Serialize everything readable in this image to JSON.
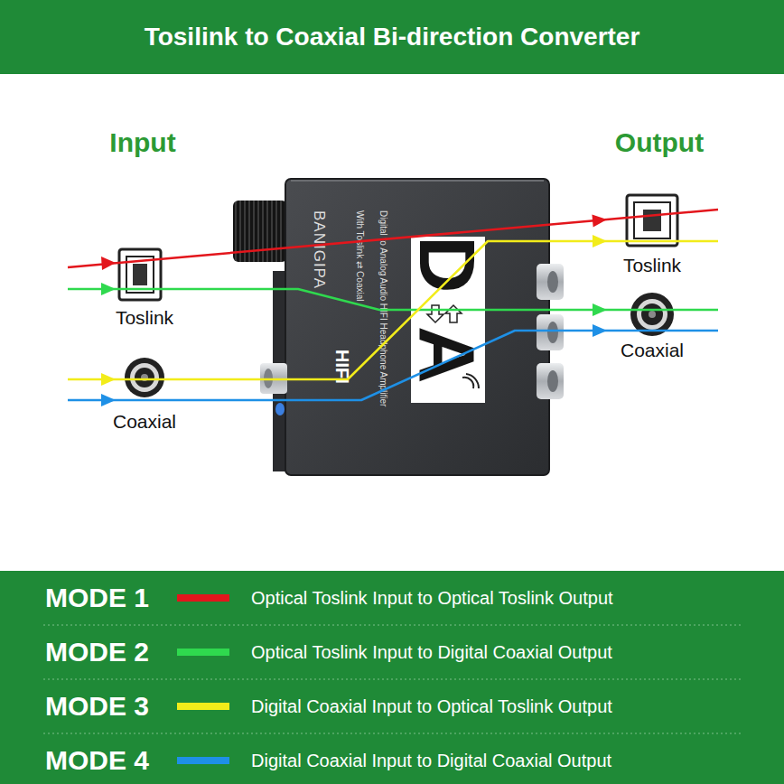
{
  "diagram": {
    "title": "Tosilink to Coaxial Bi-direction Converter",
    "nodes": [
      {
        "text": [
          "Toslink"
        ]
      },
      {
        "text": [
          "Coaxial"
        ]
      },
      {
        "text": [
          "BANIGIPA",
          "Digital to Analog Audio HIFI Headphone Amplifier",
          "With Toslink ⇄ Coaxial",
          "HIFI",
          "D",
          "A"
        ]
      },
      {
        "text": [
          "Toslink"
        ]
      },
      {
        "text": [
          "Coaxial"
        ]
      }
    ],
    "edges": [
      {
        "from": 0,
        "to": 3,
        "arrow": "to"
      },
      {
        "from": 0,
        "to": 4,
        "arrow": "to"
      },
      {
        "from": 1,
        "to": 3,
        "arrow": "to"
      },
      {
        "from": 1,
        "to": 4,
        "arrow": "to"
      }
    ],
    "labels": [
      "Input",
      "Output",
      "MODE 1",
      "MODE 2",
      "MODE 3",
      "MODE 4"
    ],
    "legend": [
      {
        "text": "Optical Toslink Input to Optical Toslink Output",
        "color": "#e3161c"
      },
      {
        "text": "Optical Toslink Input to Digital Coaxial Output",
        "color": "#2fd94e"
      },
      {
        "text": "Digital Coaxial Input to Optical Toslink Output",
        "color": "#f2ec1a"
      },
      {
        "text": "Digital Coaxial Input to Digital Coaxial Output",
        "color": "#1e90e6"
      }
    ]
  }
}
